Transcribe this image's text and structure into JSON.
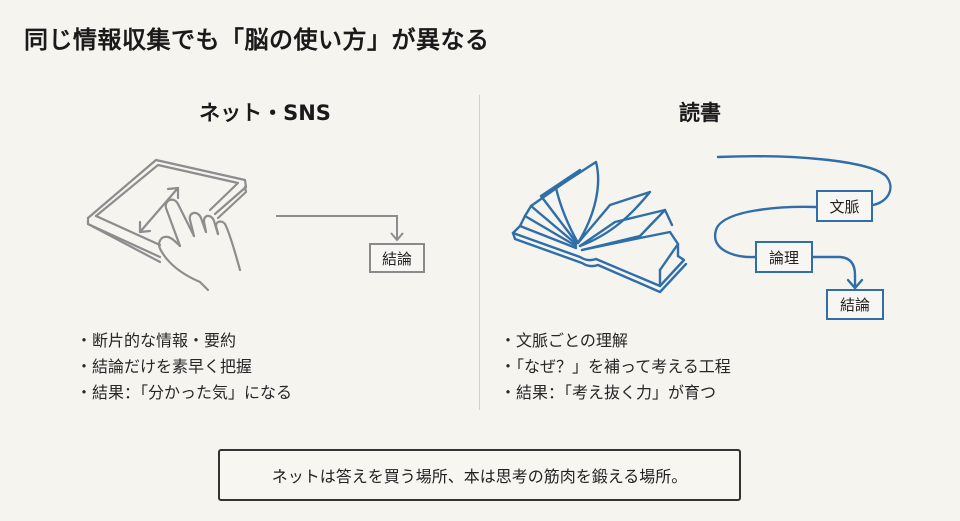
{
  "title": "同じ情報収集でも「脳の使い方」が異なる",
  "colors": {
    "background": "#f5f4ef",
    "text": "#1e1e1e",
    "gray_stroke": "#8a8a8a",
    "blue_stroke": "#2f6ea8",
    "divider": "#cfcfcb"
  },
  "left": {
    "heading": "ネット・SNS",
    "icon": "tablet-pinch-gesture-icon",
    "flow": {
      "end_box": "結論"
    },
    "bullets": [
      "断片的な情報・要約",
      "結論だけを素早く把握",
      "結果：「分かった気」になる"
    ]
  },
  "right": {
    "heading": "読書",
    "icon": "open-book-icon",
    "flow": {
      "boxes": [
        "文脈",
        "論理",
        "結論"
      ]
    },
    "bullets": [
      "文脈ごとの理解",
      "「なぜ？」を補って考える工程",
      "結果：「考え抜く力」が育つ"
    ]
  },
  "summary": "ネットは答えを買う場所、本は思考の筋肉を鍛える場所。"
}
